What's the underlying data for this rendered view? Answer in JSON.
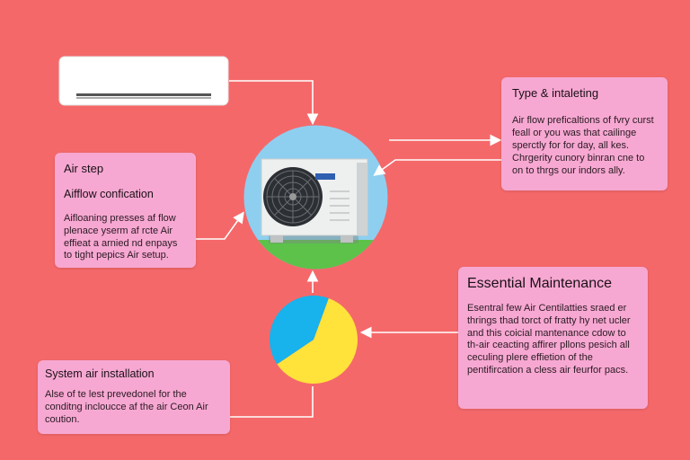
{
  "cards": {
    "air_step": {
      "title": "Air step",
      "subtitle": "Aifflow confication",
      "body": "Aifloaning presses af flow plenace yserm af rcte Air effieat a arnied nd enpays to tight pepics Air setup."
    },
    "type": {
      "title": "Type & intaleting",
      "body": "Air flow preficaltions of fvry curst feall or you was that cailinge sperctly for for day, all kes. Chrgerity cunory binran cne to on to thrgs our indors ally."
    },
    "maintenance": {
      "title": "Essential Maintenance",
      "body": "Esentral few Air Centilatties sraed er thrings thad torct of fratty hy net ucler and this coicial mantenance cdow to th-air ceacting affirer pllons pesich all ceculing plere effietion of the pentifircation a cless air feurfor pacs."
    },
    "system": {
      "title": "System air installation",
      "body": "Alse of te lest prevedonel for the conditng incloucce af the air Ceon Air coution."
    }
  },
  "hub": {
    "sky_color": "#8ecff0",
    "grass_color": "#5cc24a",
    "unit_brand_color": "#2f5fb0"
  },
  "pie_chart": {
    "slices": [
      {
        "fraction": 0.6,
        "color": "#ffe23a"
      },
      {
        "fraction": 0.4,
        "color": "#18b2ec"
      }
    ]
  }
}
